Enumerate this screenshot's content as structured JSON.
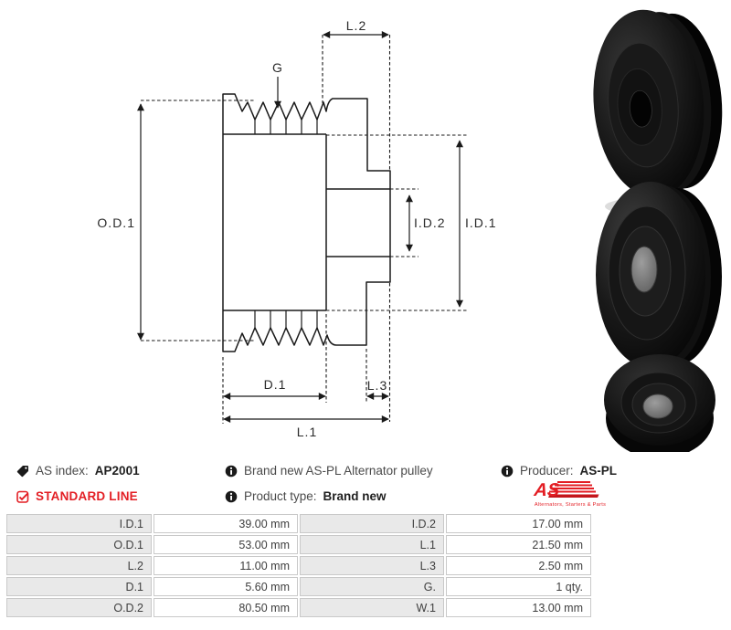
{
  "drawing": {
    "labels": {
      "od1": "O.D.1",
      "g": "G",
      "l2": "L.2",
      "id2": "I.D.2",
      "id1": "I.D.1",
      "d1": "D.1",
      "l3": "L.3",
      "l1": "L.1"
    }
  },
  "info": {
    "as_index_label": "AS index:",
    "as_index_value": "AP2001",
    "standard_line": "STANDARD LINE",
    "description": "Brand new AS-PL Alternator pulley",
    "product_type_label": "Product type:",
    "product_type_value": "Brand new",
    "producer_label": "Producer:",
    "producer_value": "AS-PL",
    "logo_text": "AS",
    "logo_subtitle": "Alternators, Starters & Parts"
  },
  "specs": {
    "left": [
      {
        "label": "I.D.1",
        "value": "39.00 mm"
      },
      {
        "label": "O.D.1",
        "value": "53.00 mm"
      },
      {
        "label": "L.2",
        "value": "11.00 mm"
      },
      {
        "label": "D.1",
        "value": "5.60 mm"
      },
      {
        "label": "O.D.2",
        "value": "80.50 mm"
      }
    ],
    "right": [
      {
        "label": "I.D.2",
        "value": "17.00 mm"
      },
      {
        "label": "L.1",
        "value": "21.50 mm"
      },
      {
        "label": "L.3",
        "value": "2.50 mm"
      },
      {
        "label": "G.",
        "value": "1 qty."
      },
      {
        "label": "W.1",
        "value": "13.00 mm"
      }
    ]
  },
  "colors": {
    "accent_red": "#e31e24",
    "line_black": "#1a1a1a",
    "table_label_bg": "#e9e9e9",
    "table_border": "#c9c9c9"
  }
}
